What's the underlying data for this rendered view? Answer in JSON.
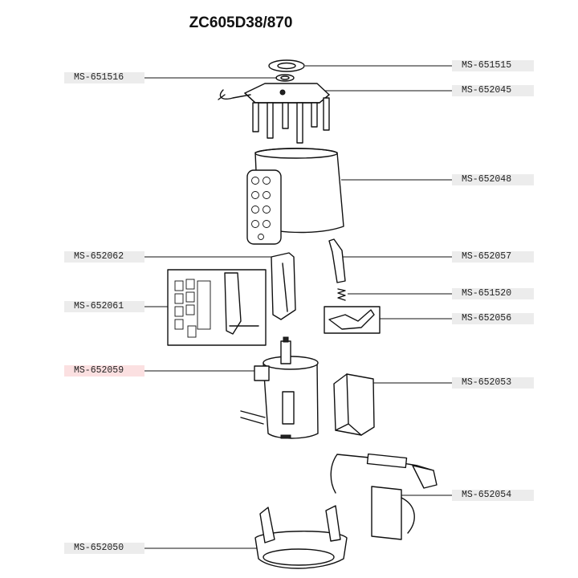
{
  "title": "ZC605D38/870",
  "callouts": [
    {
      "id": "MS-651515"
    },
    {
      "id": "MS-651516"
    },
    {
      "id": "MS-652045"
    },
    {
      "id": "MS-652048"
    },
    {
      "id": "MS-652062"
    },
    {
      "id": "MS-652057"
    },
    {
      "id": "MS-652061"
    },
    {
      "id": "MS-651520"
    },
    {
      "id": "MS-652056"
    },
    {
      "id": "MS-652059",
      "highlight": "#fbe0e1"
    },
    {
      "id": "MS-652053"
    },
    {
      "id": "MS-652054"
    },
    {
      "id": "MS-652050"
    }
  ]
}
